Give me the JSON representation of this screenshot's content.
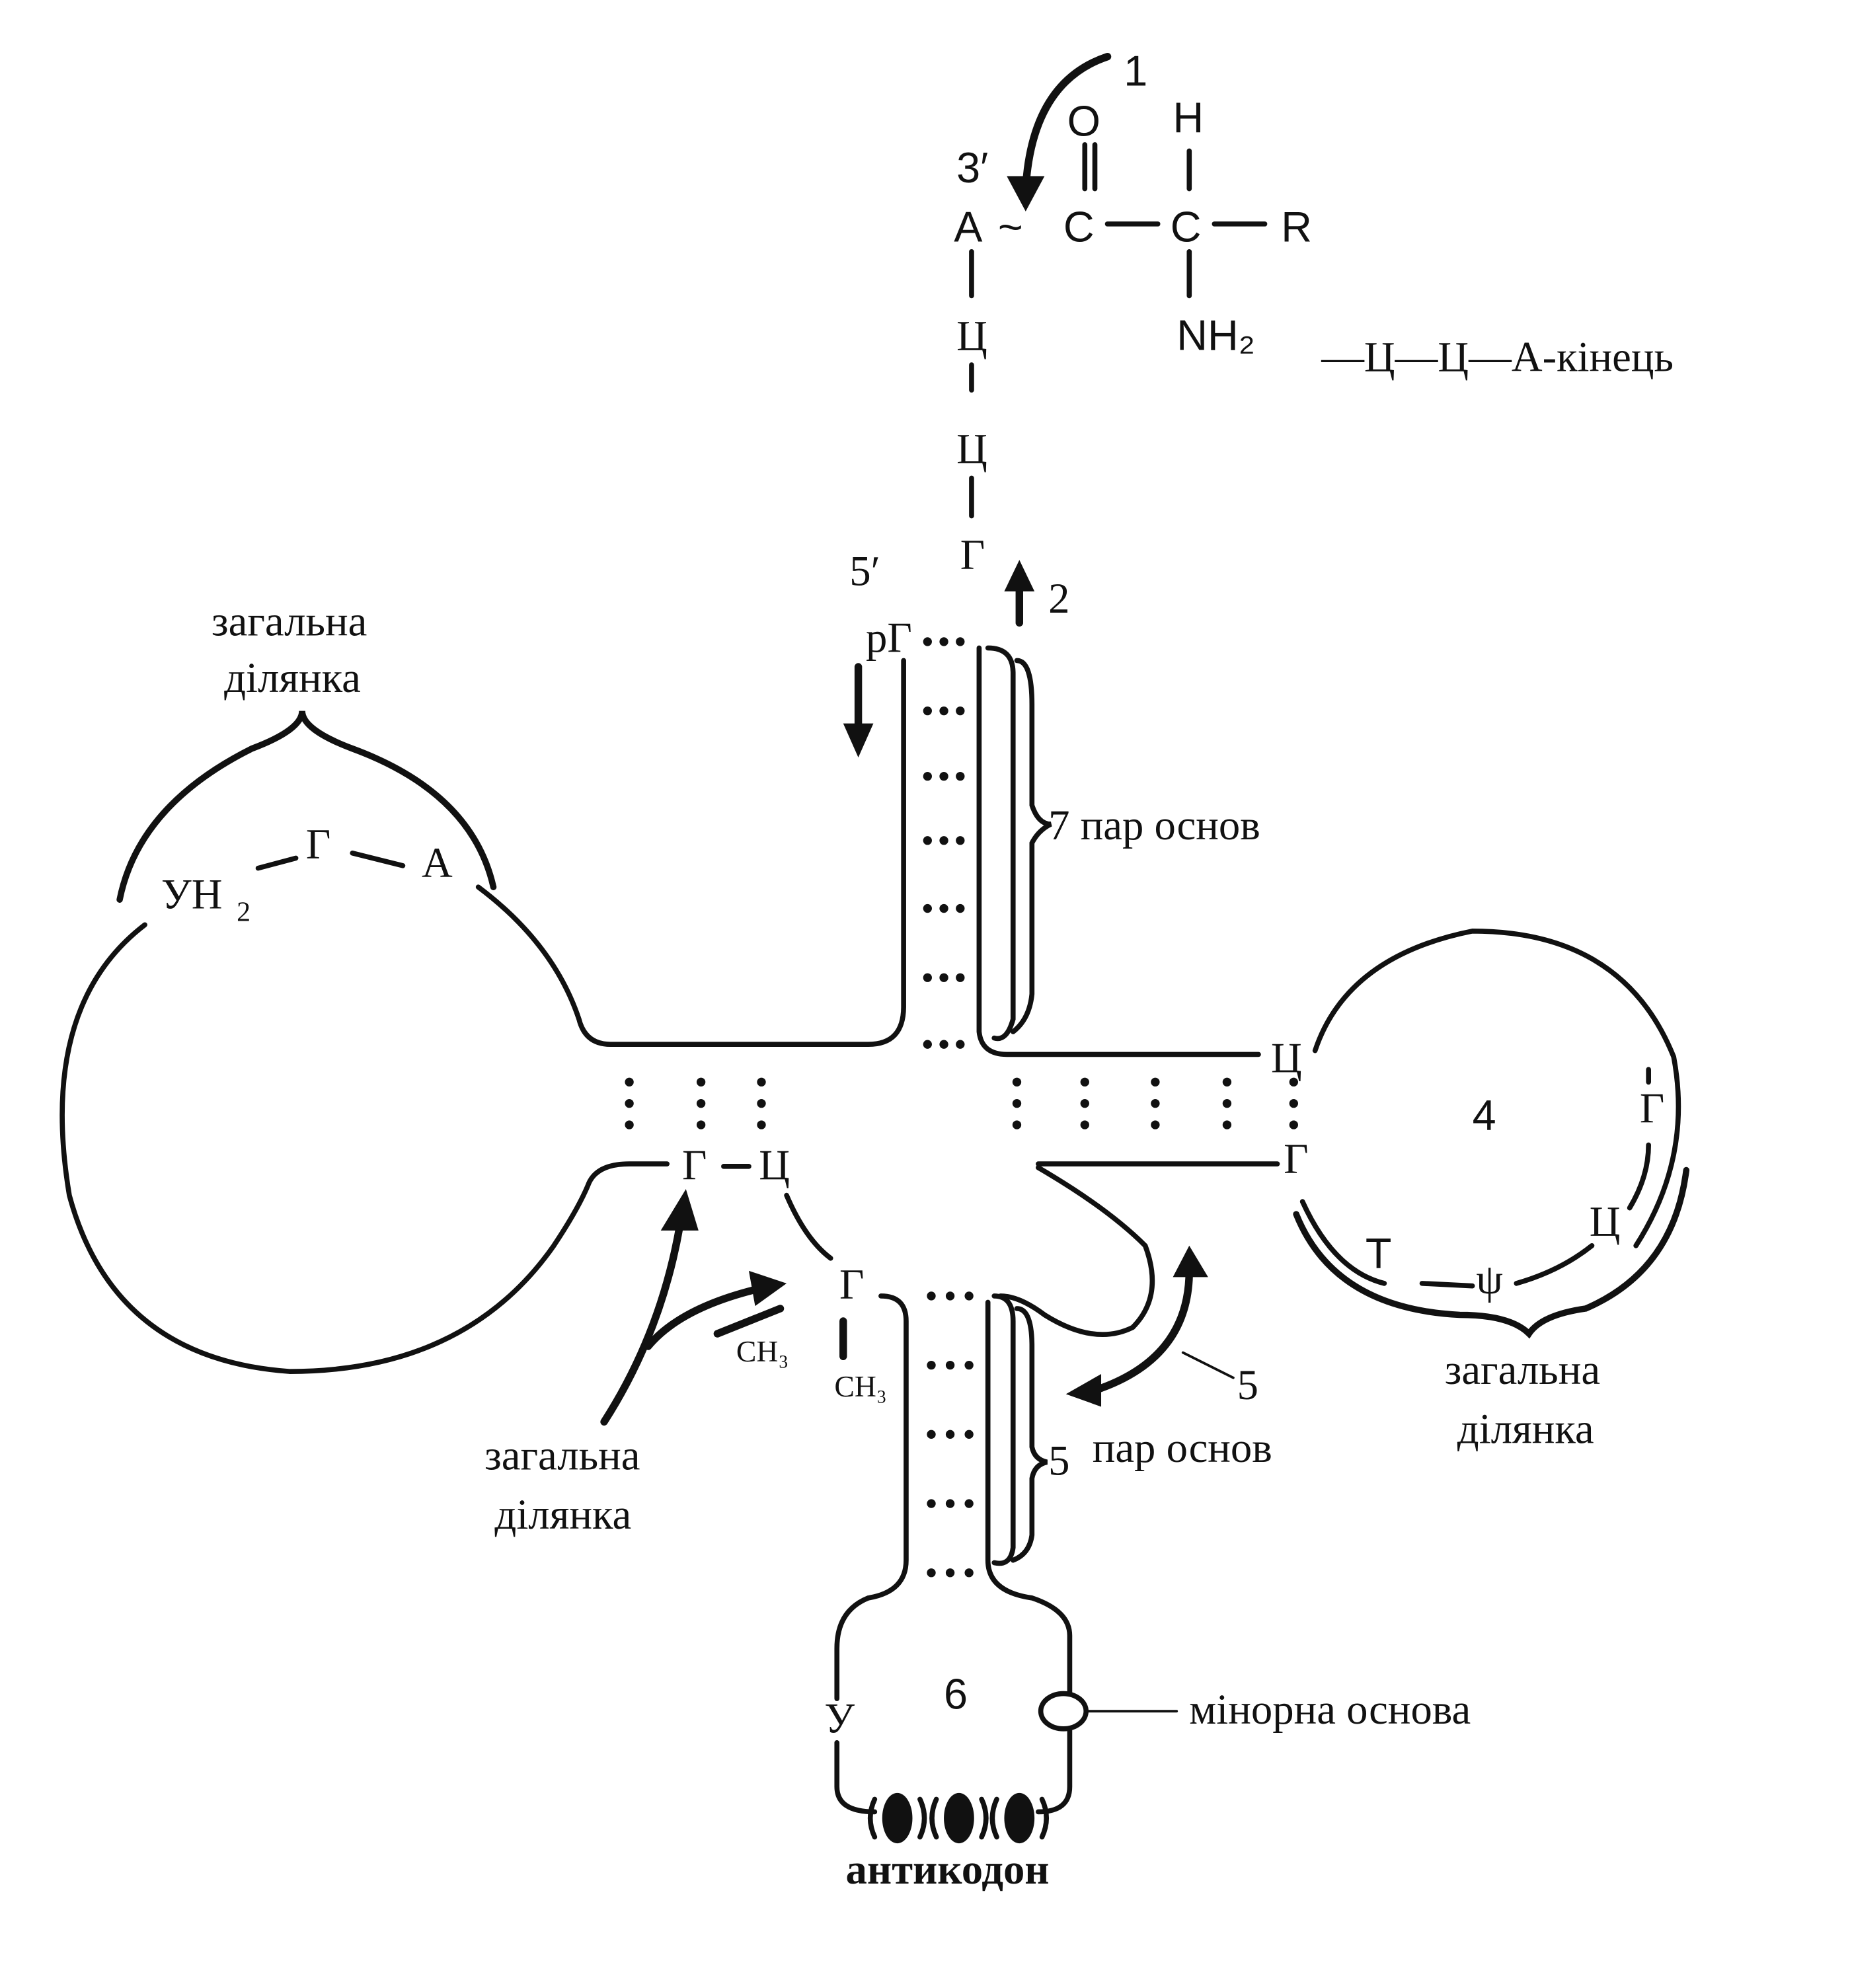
{
  "labels": {
    "n1": "1",
    "n2": "2",
    "n4": "4",
    "n5a": "5",
    "n5b": "5",
    "n6": "6",
    "three_prime": "3′",
    "five_prime": "5′",
    "O": "O",
    "H": "H",
    "A_top": "A",
    "tilde": "~",
    "C1": "C",
    "C2": "C",
    "R": "R",
    "NH2": "NH₂",
    "cca_end": "—Ц—Ц—А-кінець",
    "stem_C1": "Ц",
    "stem_C2": "Ц",
    "stem_G": "Г",
    "pG": "рГ",
    "seven_pairs": "7 пар основ",
    "common_top_1": "загальна",
    "common_top_2": "ділянка",
    "UH2": "УН",
    "UH2_sub": "2",
    "D_G": "Г",
    "D_A": "А",
    "T_C": "Ц",
    "T_G": "Г",
    "T_G2": "Г",
    "T_C2": "Ц",
    "psi": "ψ",
    "T_T": "Т",
    "common_right_1": "загальна",
    "common_right_2": "ділянка",
    "GC_G": "Г",
    "GC_C": "Ц",
    "G_m": "Г",
    "CH3_a": "CH₃",
    "CH3_b": "CH₃",
    "common_bottom_1": "загальна",
    "common_bottom_2": "ділянка",
    "five_pairs": "пар основ",
    "U": "У",
    "minor_base": "мінорна основа",
    "anticodon": "антикодон"
  }
}
